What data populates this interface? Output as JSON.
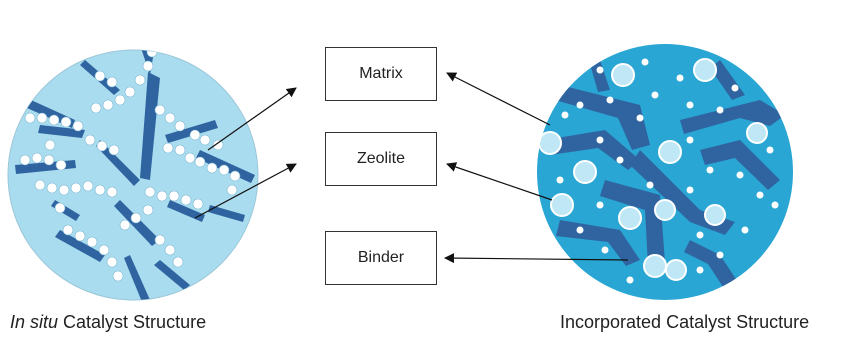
{
  "labels": {
    "matrix": "Matrix",
    "zeolite": "Zeolite",
    "binder": "Binder"
  },
  "captions": {
    "left_italic": "In situ",
    "left_rest": " Catalyst Structure",
    "right": "Incorporated Catalyst Structure"
  },
  "colors": {
    "left_background": "#a9dcef",
    "right_background": "#29a6d3",
    "matrix_dark": "#2f64a0",
    "sphere_fill": "#ffffff",
    "zeolite_ring_fill": "#bfe7f5"
  }
}
